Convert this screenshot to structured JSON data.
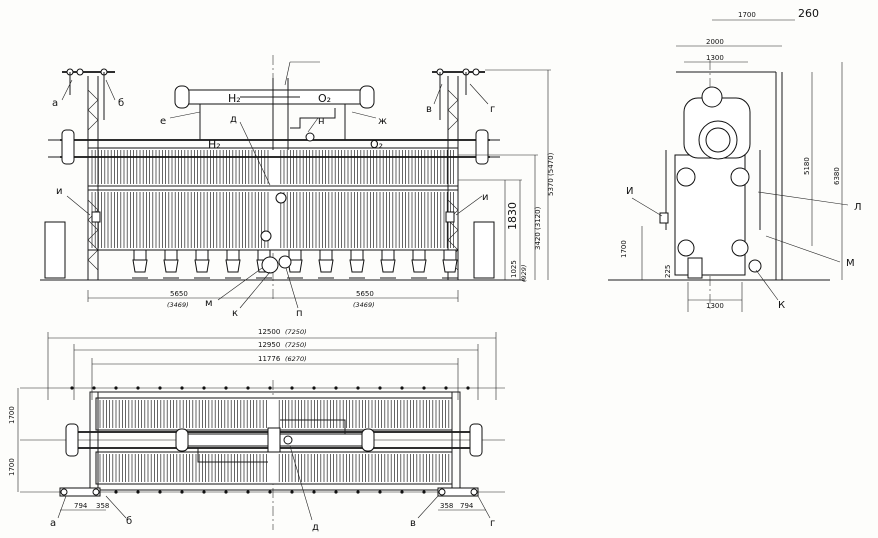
{
  "labels": {
    "a": "а",
    "b": "б",
    "v": "в",
    "g": "г",
    "d": "д",
    "e": "е",
    "zh": "ж",
    "i": "и",
    "k": "к",
    "l": "л",
    "m": "м",
    "n": "н",
    "p": "п",
    "I": "И",
    "K": "К",
    "L": "Л",
    "M": "М",
    "h2": "H₂",
    "o2": "O₂",
    "h2_lower": "H₂",
    "o2_lower": "O₂"
  },
  "front_dims": {
    "left_span": "5650",
    "left_span_alt": "(3469)",
    "right_span": "5650",
    "right_span_alt": "(3469)",
    "h1830": "1830",
    "h1025": "1025",
    "h1025_alt": "(929)",
    "h3420": "3420 (3120)",
    "h5370": "5370 (5470)"
  },
  "side_dims": {
    "w1700": "1700",
    "w260": "260",
    "w2000": "2000",
    "w1300": "1300",
    "h5180": "5180",
    "h6380": "6380",
    "h1700": "1700",
    "h225": "225",
    "base1300": "1300"
  },
  "plan_dims": {
    "w12500": "12500",
    "w12500_alt": "(7250)",
    "w12950": "12950",
    "w12950_alt": "(7250)",
    "w11776": "11776",
    "w11776_alt": "(6270)",
    "h1700_top": "1700",
    "h1700_bot": "1700",
    "d794_l": "794",
    "d358_l": "358",
    "d358_r": "358",
    "d794_r": "794"
  }
}
